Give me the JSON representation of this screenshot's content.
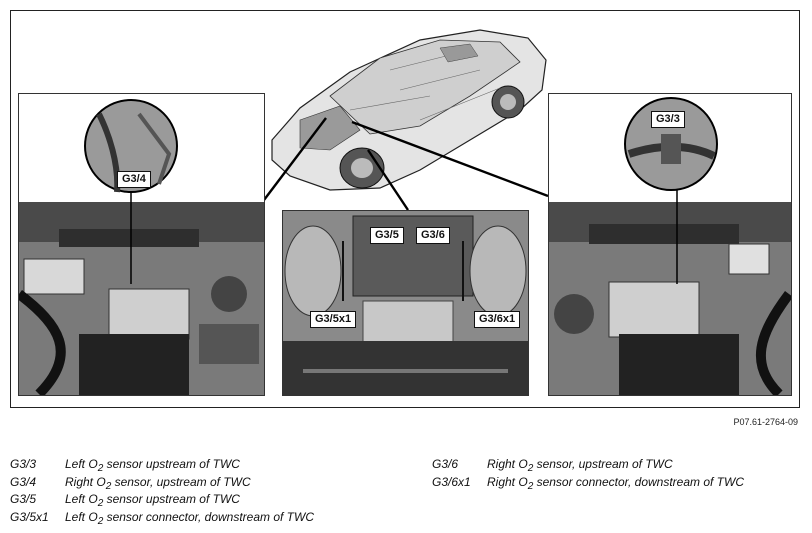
{
  "figure_ref": "P07.61-2764-09",
  "callouts": {
    "left": "G3/4",
    "right": "G3/3",
    "mid_top_left": "G3/5",
    "mid_top_right": "G3/6",
    "mid_bottom_left": "G3/5x1",
    "mid_bottom_right": "G3/6x1"
  },
  "legend": {
    "left": [
      {
        "code": "G3/3",
        "pre": "Left O",
        "sub": "2",
        "post": " sensor upstream of TWC"
      },
      {
        "code": "G3/4",
        "pre": "Right O",
        "sub": "2",
        "post": " sensor, upstream of TWC"
      },
      {
        "code": "G3/5",
        "pre": "Left O",
        "sub": "2",
        "post": " sensor upstream of TWC"
      },
      {
        "code": "G3/5x1",
        "pre": "Left O",
        "sub": "2",
        "post": " sensor connector, downstream of TWC"
      }
    ],
    "right": [
      {
        "code": "G3/6",
        "pre": "Right O",
        "sub": "2",
        "post": " sensor, upstream of TWC"
      },
      {
        "code": "G3/6x1",
        "pre": "Right O",
        "sub": "2",
        "post": " sensor connector, downstream of TWC"
      }
    ]
  }
}
